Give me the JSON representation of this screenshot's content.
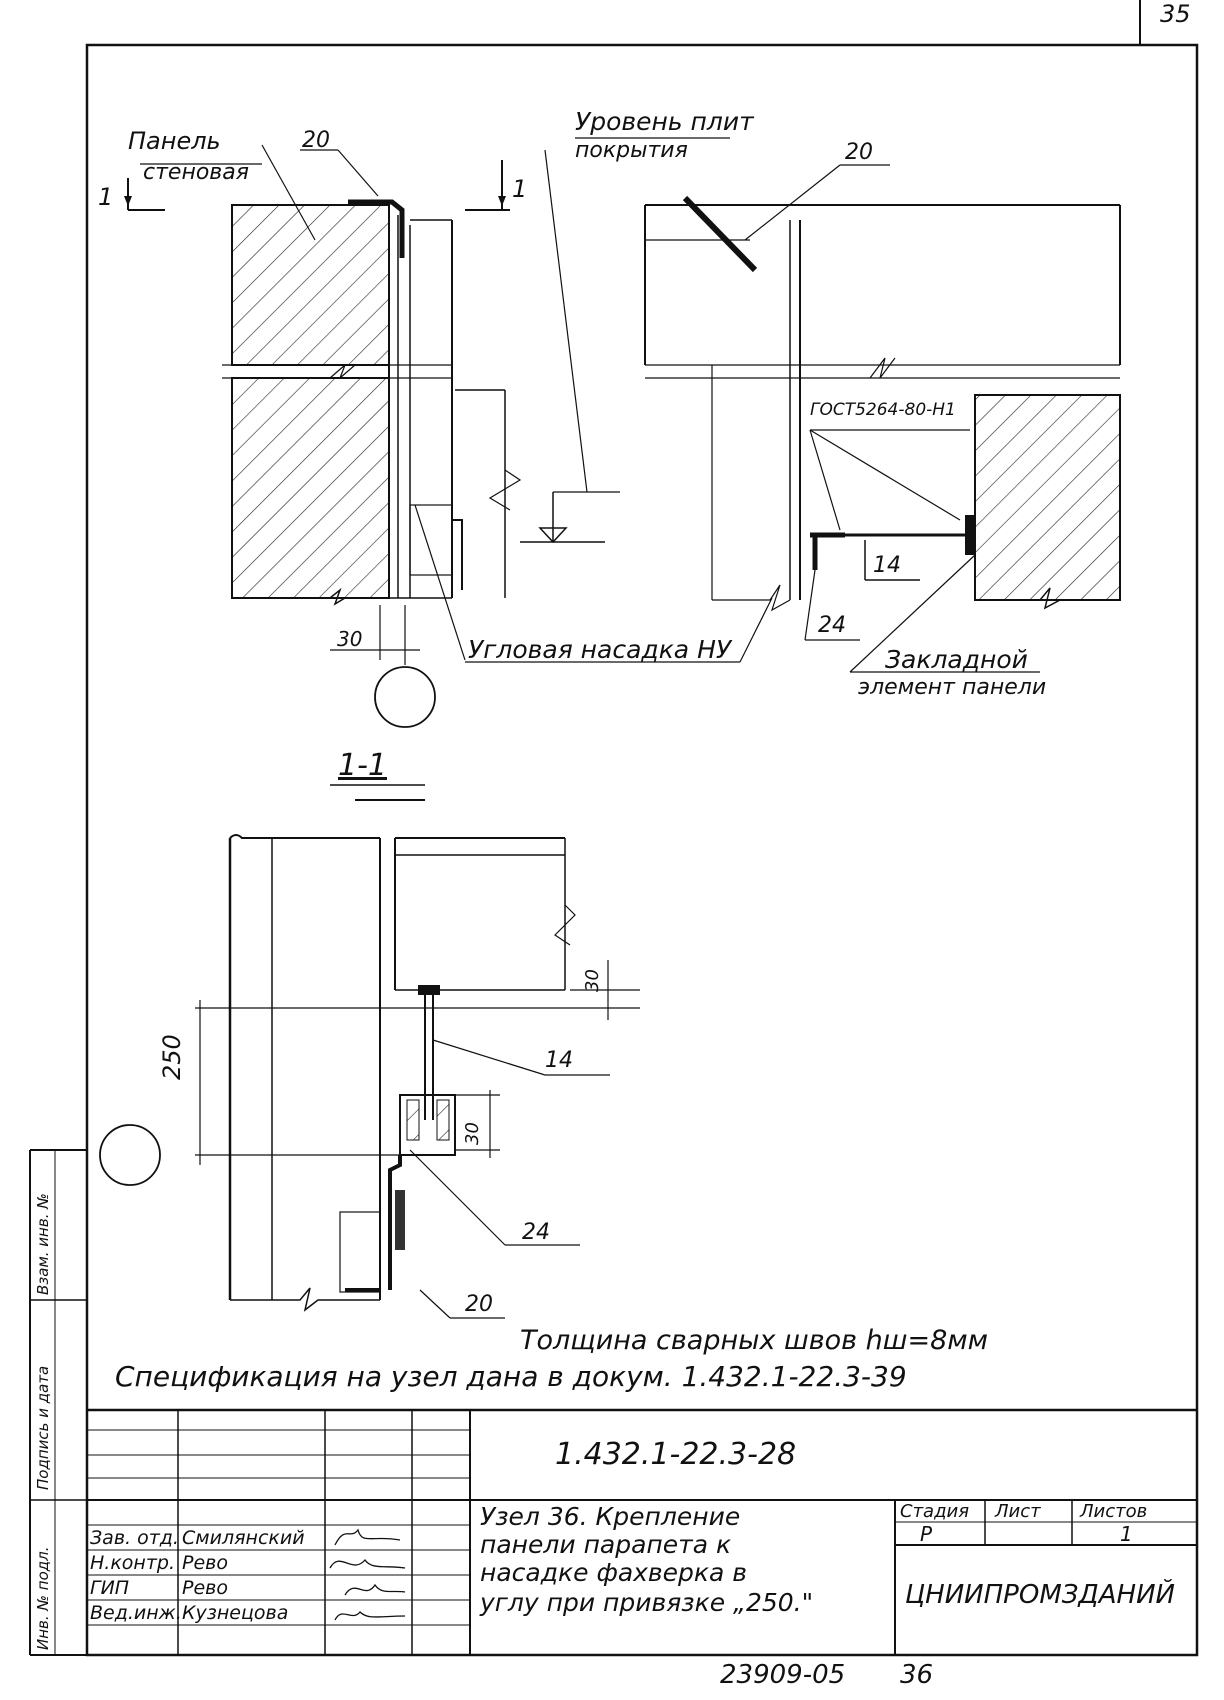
{
  "sheet": {
    "corner_number": "35",
    "bottom_inventory": "23909-05",
    "bottom_page": "36"
  },
  "top_left_view": {
    "label_panel_1": "Панель",
    "label_panel_2": "стеновая",
    "item_20": "20",
    "section_mark_left": "1",
    "section_mark_right": "1",
    "dim_30": "30",
    "label_corner_nozzle": "Угловая насадка НУ"
  },
  "top_right_view": {
    "label_level_1": "Уровень плит",
    "label_level_2": "покрытия",
    "item_20": "20",
    "gost": "ГОСТ5264-80-Н1",
    "item_14": "14",
    "item_24": "24",
    "label_embedded_1": "Закладной",
    "label_embedded_2": "элемент панели"
  },
  "section_view": {
    "title": "1-1",
    "dim_250": "250",
    "dim_30_top": "30",
    "dim_30_mid": "30",
    "item_14": "14",
    "item_24": "24",
    "item_20": "20"
  },
  "notes": {
    "weld_thickness": "Толщина сварных швов hш=8мм",
    "specification": "Спецификация на узел дана в докум. 1.432.1-22.3-39"
  },
  "side_stamp": {
    "cell_1": "Взам. инв. №",
    "cell_2": "Подпись и дата",
    "cell_3": "Инв. № подл."
  },
  "title_block": {
    "doc_code": "1.432.1-22.3-28",
    "roles": [
      {
        "role": "Зав. отд.",
        "name": "Смилянский"
      },
      {
        "role": "Н.контр.",
        "name": "Рево"
      },
      {
        "role": "ГИП",
        "name": "Рево"
      },
      {
        "role": "Вед.инж.",
        "name": "Кузнецова"
      }
    ],
    "description_lines": [
      "Узел 36. Крепление",
      "панели парапета к",
      "насадке фахверка в",
      "углу при привязке „250.\""
    ],
    "stage_header": "Стадия",
    "sheet_header": "Лист",
    "sheets_header": "Листов",
    "stage_value": "Р",
    "sheet_value": "",
    "sheets_value": "1",
    "organization": "ЦНИИПРОМЗДАНИЙ"
  }
}
